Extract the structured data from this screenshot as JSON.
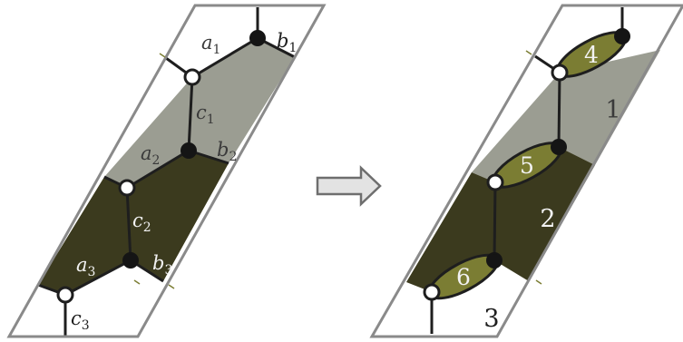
{
  "colors": {
    "frame": "#8a8a8a",
    "light_region": "#9b9d92",
    "dark_region": "#3b3a1e",
    "leaf": "#7b7d33",
    "edge": "#1e1e1e",
    "black_vertex": "#151515",
    "white_vertex": "#ffffff",
    "arrow_fill": "#e3e3e3",
    "arrow_stroke": "#6e6e6e",
    "text_on_light": "#3a3a3a",
    "text_on_dark": "#f2f2f2",
    "text_on_white": "#1e1e1e"
  },
  "left_diagram": {
    "labels": {
      "a1": {
        "base": "a",
        "sub": "1"
      },
      "b1": {
        "base": "b",
        "sub": "1"
      },
      "c1": {
        "base": "c",
        "sub": "1"
      },
      "a2": {
        "base": "a",
        "sub": "2"
      },
      "b2": {
        "base": "b",
        "sub": "2"
      },
      "c2": {
        "base": "c",
        "sub": "2"
      },
      "a3": {
        "base": "a",
        "sub": "3"
      },
      "b3": {
        "base": "b",
        "sub": "3"
      },
      "c3": {
        "base": "c",
        "sub": "3"
      }
    }
  },
  "arrow": {
    "icon": "right-arrow-icon"
  },
  "right_diagram": {
    "regions": {
      "r1": "1",
      "r2": "2",
      "r3": "3"
    },
    "leaves": {
      "l4": "4",
      "l5": "5",
      "l6": "6"
    }
  }
}
